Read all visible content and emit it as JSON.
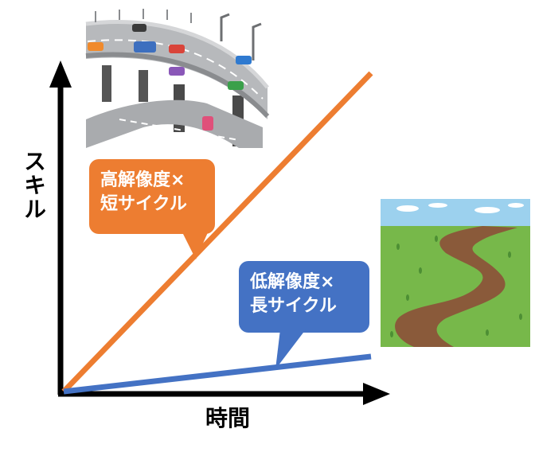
{
  "diagram": {
    "y_axis_label": "スキル",
    "x_axis_label": "時間",
    "fast_path": {
      "label_line1": "高解像度×",
      "label_line2": "短サイクル",
      "color": "#ED7D31",
      "image": "highway-illustration"
    },
    "slow_path": {
      "label_line1": "低解像度×",
      "label_line2": "長サイクル",
      "color": "#4472C4",
      "image": "winding-dirt-road-illustration"
    },
    "axis_color": "#000000"
  }
}
